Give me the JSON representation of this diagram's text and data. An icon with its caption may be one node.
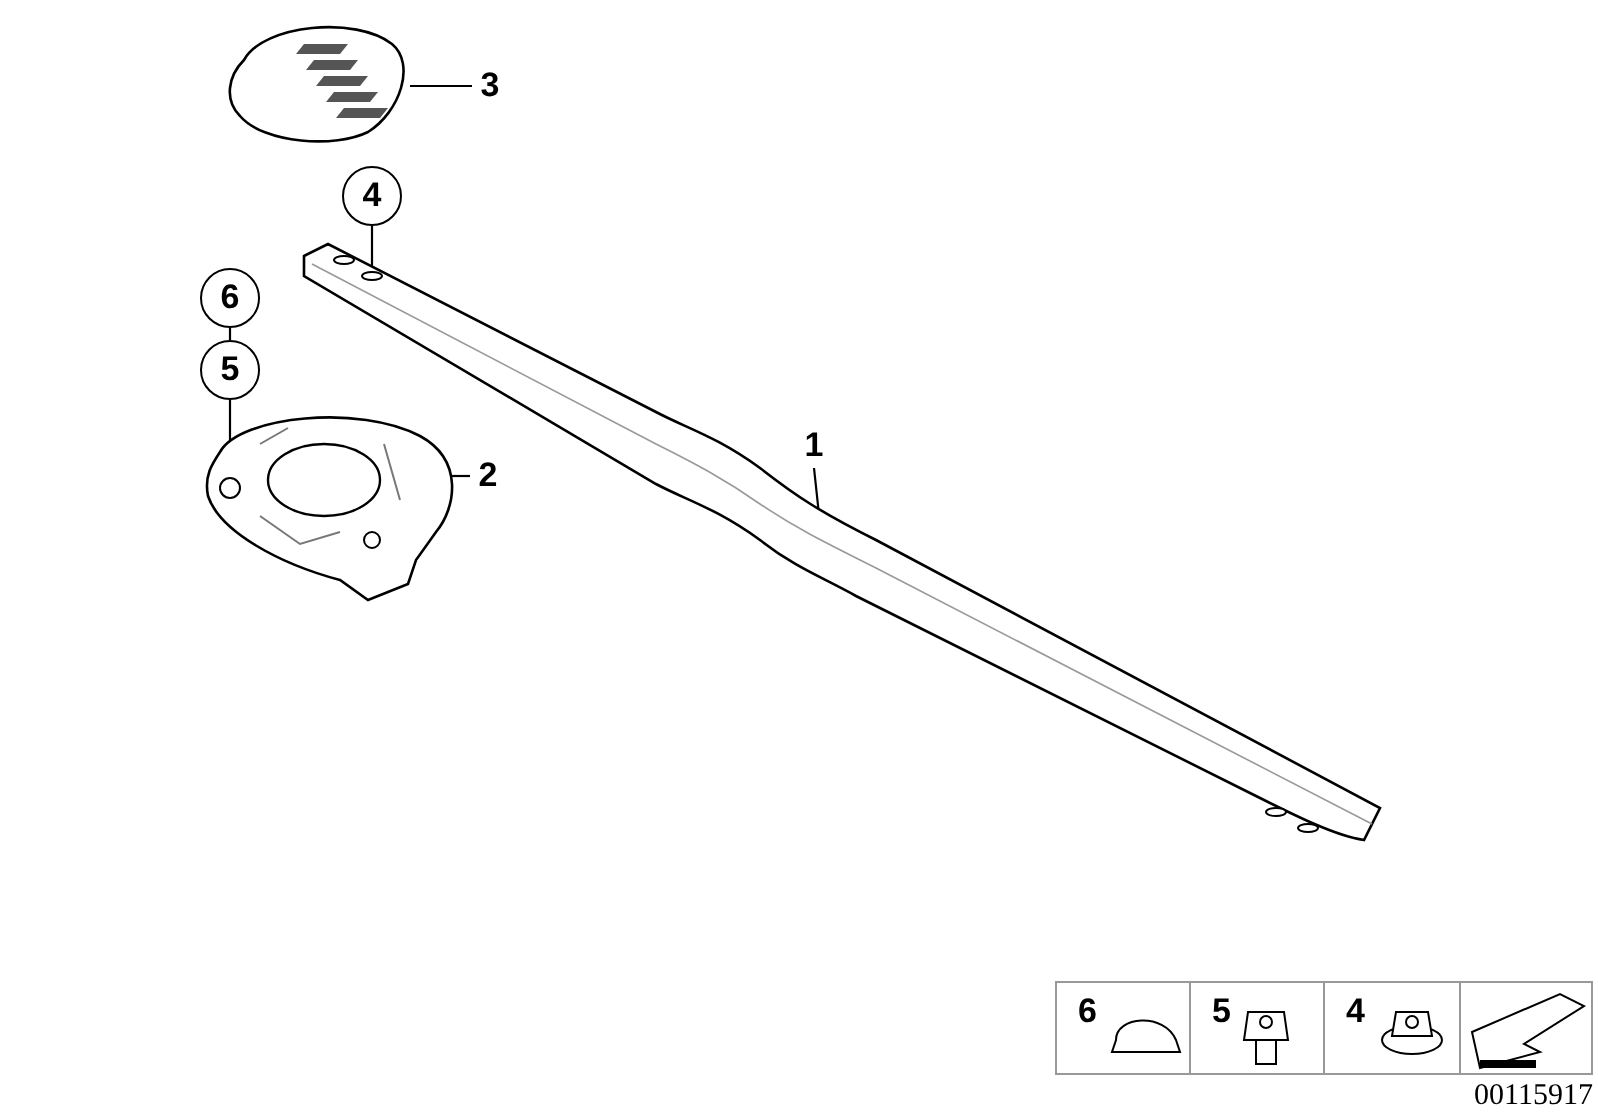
{
  "diagram": {
    "nodes": [
      {
        "text": [
          "3"
        ]
      },
      {
        "text": [],
        "shape": "picture"
      },
      {
        "text": [
          "4"
        ]
      },
      {
        "text": [],
        "shape": "picture"
      },
      {
        "text": [
          "6"
        ]
      },
      {
        "text": [
          "5"
        ]
      },
      {
        "text": [
          "2"
        ]
      },
      {
        "text": [],
        "shape": "picture"
      },
      {
        "text": [
          "1"
        ]
      }
    ],
    "edges": [
      {
        "from": 0,
        "to": 1,
        "arrow": "none"
      },
      {
        "from": 2,
        "to": 3,
        "arrow": "none"
      },
      {
        "from": 4,
        "to": 5,
        "arrow": "none"
      },
      {
        "from": 5,
        "to": 7,
        "arrow": "none"
      },
      {
        "from": 6,
        "to": 7,
        "arrow": "none"
      },
      {
        "from": 8,
        "to": 3,
        "arrow": "none"
      }
    ],
    "labels": [
      "6",
      "5",
      "4",
      "00115917"
    ]
  }
}
